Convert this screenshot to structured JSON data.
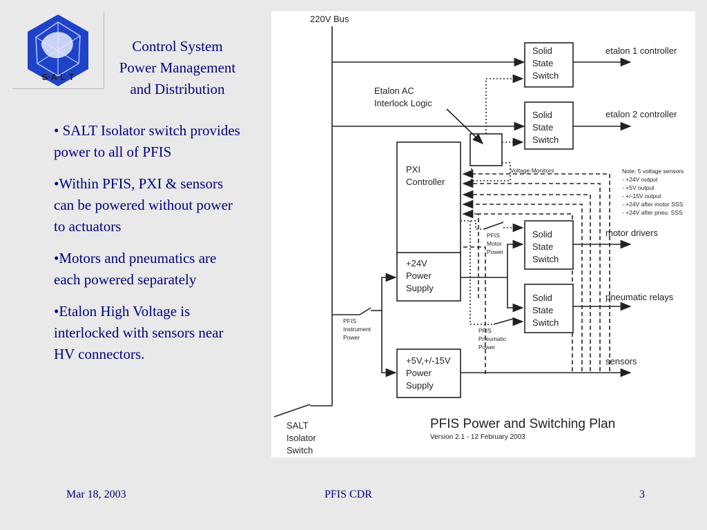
{
  "logo": {
    "text": "S·A·L·T"
  },
  "slide": {
    "title_lines": [
      "Control System",
      "Power Management",
      "and Distribution"
    ],
    "bullets": [
      "• SALT Isolator switch provides power to all of PFIS",
      "•Within PFIS, PXI & sensors can be powered without power to actuators",
      "•Motors and pneumatics are each powered separately",
      "•Etalon High Voltage is interlocked with sensors near HV connectors."
    ]
  },
  "diagram": {
    "bus_label": "220V Bus",
    "sss_label": [
      "Solid",
      "State",
      "Switch"
    ],
    "outputs": [
      "etalon 1 controller",
      "etalon 2 controller",
      "motor drivers",
      "pneumatic relays",
      "sensors"
    ],
    "interlock_label": [
      "Etalon AC",
      "Interlock Logic"
    ],
    "voltage_monitors_label": "Voltage Monitors",
    "pxi_label": [
      "PXI",
      "Controller"
    ],
    "psu24_label": [
      "+24V",
      "Power",
      "Supply"
    ],
    "psu5_label": [
      "+5V,+/-15V",
      "Power",
      "Supply"
    ],
    "note_lines": [
      "Note: 5 voltage sensors",
      "- +24V output",
      "- +5V output",
      "- +/-15V output",
      "- +24V after motor SSS",
      "- +24V after pneu. SSS"
    ],
    "pfis_motor_power": [
      "PFIS",
      "Motor",
      "Power"
    ],
    "pfis_pneumatic_power": [
      "PFIS",
      "Pneumatic",
      "Power"
    ],
    "pfis_instrument_power": [
      "PFIS",
      "Instrument",
      "Power"
    ],
    "salt_isolator_switch": [
      "SALT",
      "Isolator",
      "Switch"
    ],
    "plan_title": "PFIS Power and Switching Plan",
    "plan_version": "Version 2.1 - 12 February 2003"
  },
  "footer": {
    "date": "Mar 18, 2003",
    "center": "PFIS CDR",
    "page": "3"
  }
}
